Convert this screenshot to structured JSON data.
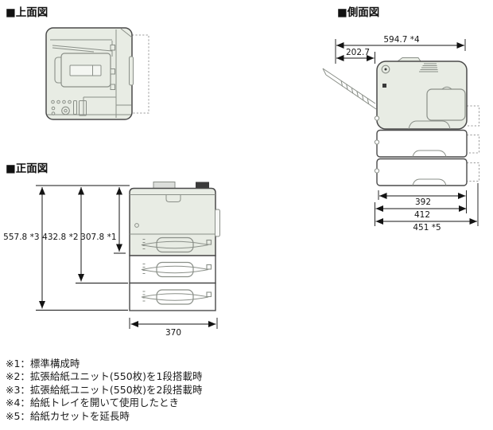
{
  "colors": {
    "body_fill": "#e8ece4",
    "cassette_fill": "#ffffff",
    "outline": "#4a4a4a",
    "inner_line": "#8a8f88",
    "dimension_line": "#141414",
    "dark_tab": "#3a3a3a"
  },
  "top_view": {
    "title": "■上面図"
  },
  "side_view": {
    "title": "■側面図",
    "dims": {
      "total_depth": "594.7 *4",
      "tray_depth": "202.7",
      "body_depth": "392",
      "depth_mid": "412",
      "depth_extended": "451 *5"
    }
  },
  "front_view": {
    "title": "■正面図",
    "dims": {
      "height_max": "557.8 *3",
      "height_mid": "432.8 *2",
      "height_std": "307.8 *1",
      "width": "370"
    }
  },
  "footnotes": [
    "※1：標準構成時",
    "※2：拡張給紙ユニット(550枚)を1段搭載時",
    "※3：拡張給紙ユニット(550枚)を2段搭載時",
    "※4：給紙トレイを開いて使用したとき",
    "※5：給紙カセットを延長時"
  ]
}
